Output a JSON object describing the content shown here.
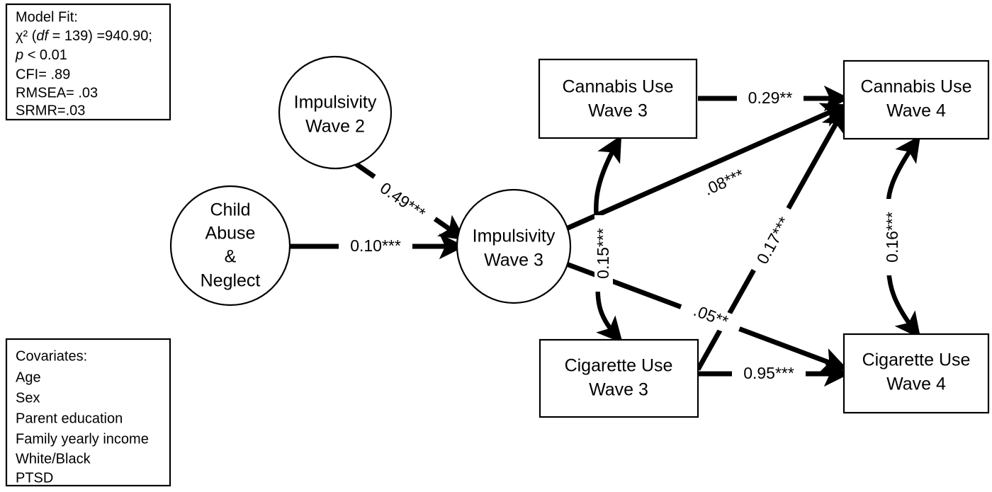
{
  "figure": {
    "type": "path-diagram",
    "background_color": "#ffffff",
    "line_color": "#000000"
  },
  "model_fit_box": {
    "title": "Model Fit:",
    "lines": [
      "Model Fit:",
      "χ² (df = 139) =940.90;",
      " p <  0.01",
      "CFI= .89",
      "RMSEA= .03",
      "SRMR=.03"
    ],
    "chi_square_label": "χ²",
    "df_label": "df",
    "df_value": "= 139) =940.90;",
    "p_label": "p",
    "p_value": "<  0.01",
    "cfi": "CFI= .89",
    "rmsea": "RMSEA= .03",
    "srmr": "SRMR=.03"
  },
  "covariates_box": {
    "title": "Covariates:",
    "items": [
      "Age",
      "Sex",
      "Parent education",
      "Family yearly income",
      "White/Black",
      "PTSD"
    ]
  },
  "nodes": {
    "child_abuse": {
      "id": "child-abuse-neglect",
      "shape": "circle",
      "lines": [
        "Child",
        "Abuse",
        "&",
        "Neglect"
      ]
    },
    "impulsivity_w2": {
      "id": "impulsivity-wave-2",
      "shape": "circle",
      "lines": [
        "Impulsivity",
        "Wave 2"
      ]
    },
    "impulsivity_w3": {
      "id": "impulsivity-wave-3",
      "shape": "circle",
      "lines": [
        "Impulsivity",
        "Wave 3"
      ]
    },
    "cannabis_w3": {
      "id": "cannabis-use-wave-3",
      "shape": "rect",
      "lines": [
        "Cannabis Use",
        "Wave 3"
      ]
    },
    "cannabis_w4": {
      "id": "cannabis-use-wave-4",
      "shape": "rect",
      "lines": [
        "Cannabis Use",
        "Wave 4"
      ]
    },
    "cigarette_w3": {
      "id": "cigarette-use-wave-3",
      "shape": "rect",
      "lines": [
        "Cigarette Use",
        "Wave 3"
      ]
    },
    "cigarette_w4": {
      "id": "cigarette-use-wave-4",
      "shape": "rect",
      "lines": [
        "Cigarette Use",
        "Wave 4"
      ]
    }
  },
  "paths": [
    {
      "id": "imp2-to-imp3",
      "from": "impulsivity_w2",
      "to": "impulsivity_w3",
      "label": "0.49***",
      "kind": "directed"
    },
    {
      "id": "abuse-to-imp3",
      "from": "child_abuse",
      "to": "impulsivity_w3",
      "label": "0.10***",
      "kind": "directed"
    },
    {
      "id": "cannabis3-to-cannabis4",
      "from": "cannabis_w3",
      "to": "cannabis_w4",
      "label": "0.29**",
      "kind": "directed"
    },
    {
      "id": "imp3-to-cannabis4",
      "from": "impulsivity_w3",
      "to": "cannabis_w4",
      "label": ".08***",
      "kind": "directed"
    },
    {
      "id": "imp3-to-cigarette4",
      "from": "impulsivity_w3",
      "to": "cigarette_w4",
      "label": ".05**",
      "kind": "directed"
    },
    {
      "id": "cigarette3-to-cannabis4",
      "from": "cigarette_w3",
      "to": "cannabis_w4",
      "label": "0.17***",
      "kind": "directed"
    },
    {
      "id": "cigarette3-to-cigarette4",
      "from": "cigarette_w3",
      "to": "cigarette_w4",
      "label": "0.95***",
      "kind": "directed"
    },
    {
      "id": "cannabis3-cigarette3-correlation",
      "from": "cannabis_w3",
      "to": "cigarette_w3",
      "label": "0.15***",
      "kind": "correlation"
    },
    {
      "id": "cannabis4-cigarette4-correlation",
      "from": "cannabis_w4",
      "to": "cigarette_w4",
      "label": "0.16***",
      "kind": "correlation"
    }
  ]
}
